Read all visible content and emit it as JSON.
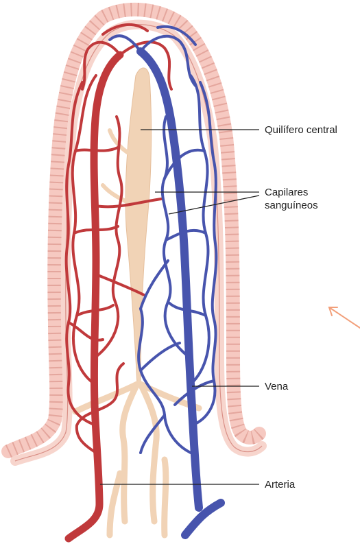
{
  "labels": {
    "lacteal": "Quilífero central",
    "capillaries_line1": "Capilares",
    "capillaries_line2": "sanguíneos",
    "vein": "Vena",
    "artery": "Arteria"
  },
  "colors": {
    "epithelium_fill": "#f6c9c1",
    "epithelium_stroke": "#d98f86",
    "lacteal": "#f1d3b6",
    "artery": "#c0393b",
    "vein": "#4754ad",
    "leader_line": "#1f1f1f",
    "cursor_arrow": "#f2a07b"
  },
  "icons": {
    "cursor": "arrow-cursor-icon"
  }
}
